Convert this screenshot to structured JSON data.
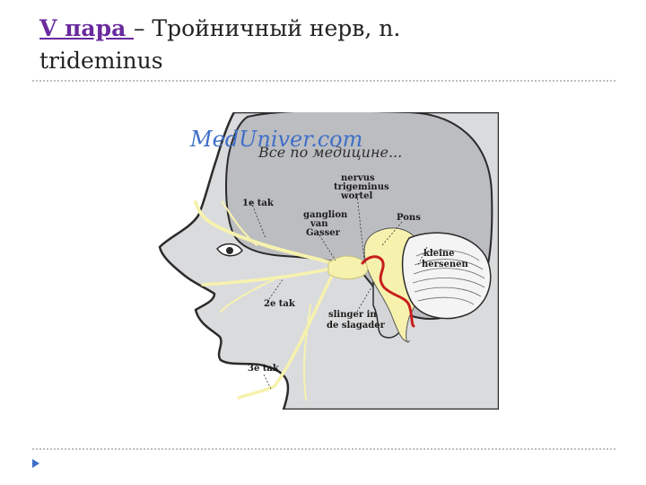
{
  "slide": {
    "title_link": "V пара ",
    "title_rest": "– Тройничный нерв,  n. trideminus"
  },
  "figure": {
    "watermark_site": "MedUniver.com",
    "watermark_tagline": "Все по медицине...",
    "labels": {
      "nervus_1": "nervus",
      "nervus_2": "trigeminus",
      "nervus_3": "wortel",
      "pons": "Pons",
      "ganglion_1": "ganglion",
      "ganglion_2": "van",
      "ganglion_3": "Gasser",
      "tak1": "1e tak",
      "tak2": "2e tak",
      "tak3": "3e tak",
      "kleine_1": "kleine",
      "kleine_2": "hersenen",
      "slinger_1": "slinger in",
      "slinger_2": "de slagader"
    }
  },
  "colors": {
    "title_link": "#6a2a9e",
    "watermark": "#3f6fc7",
    "skin": "#dadbdd",
    "brain": "#bcbdc0",
    "nerve": "#f6f2ae",
    "artery": "#c81e1e"
  }
}
